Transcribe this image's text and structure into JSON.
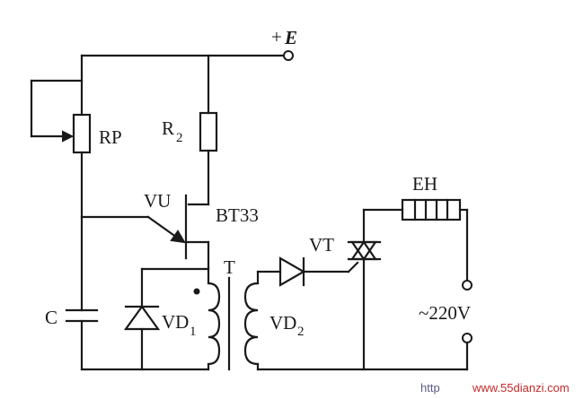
{
  "supply": {
    "plus": "+",
    "name": "E"
  },
  "potentiometer": {
    "label": "RP"
  },
  "resistor2": {
    "label": "R",
    "sub": "2"
  },
  "ujt": {
    "name": "VU",
    "part": "BT33"
  },
  "transformer": {
    "label": "T"
  },
  "capacitor": {
    "label": "C"
  },
  "diode1": {
    "label": "VD",
    "sub": "1"
  },
  "diode2": {
    "label": "VD",
    "sub": "2"
  },
  "triac": {
    "label": "VT"
  },
  "heater": {
    "label": "EH"
  },
  "mains": {
    "label": "~220V"
  },
  "watermark": {
    "left": "http",
    "right": "www.55dianzi.com",
    "left_color": "#5a5a8a",
    "right_color": "#c42a2a"
  }
}
